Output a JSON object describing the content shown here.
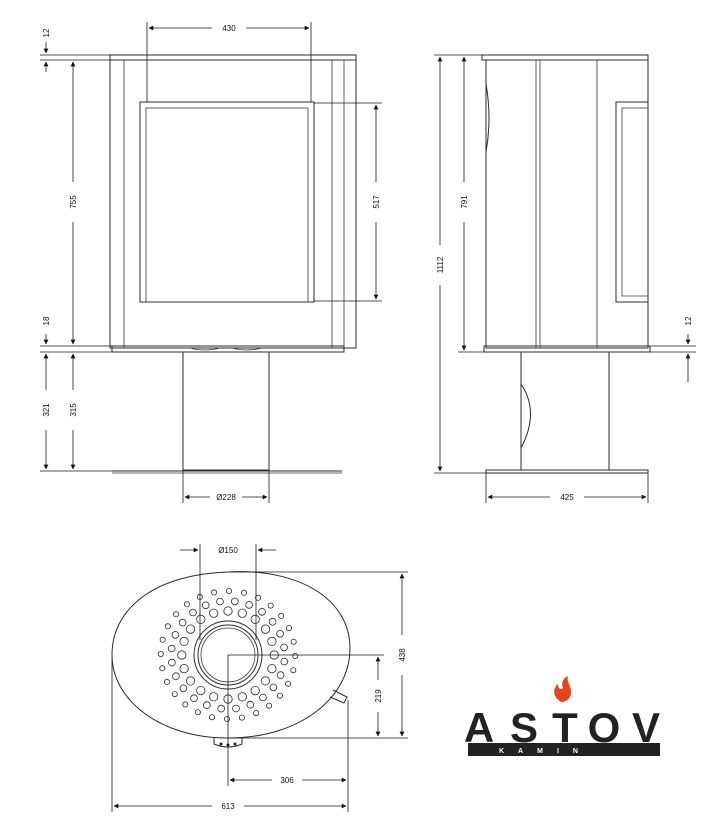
{
  "dimensions": {
    "top_width": "430",
    "top_plate_thickness": "12",
    "body_height": "755",
    "glass_height": "517",
    "base_plate_thickness_front": "18",
    "pedestal_height_total": "321",
    "pedestal_height": "315",
    "pedestal_diameter": "Ø228",
    "side_total_height": "1112",
    "side_body_height": "791",
    "side_plate_thickness": "12",
    "base_depth": "425",
    "flue_diameter": "Ø150",
    "plan_depth": "438",
    "flue_center_offset": "219",
    "flue_to_back": "306",
    "plan_width": "613"
  },
  "logo": {
    "word": "ASTOV",
    "letters": [
      "A",
      "S",
      "T",
      "O",
      "V"
    ],
    "sub": "KAMIN",
    "flame_color": "#e8421c",
    "ink_color": "#222222"
  }
}
